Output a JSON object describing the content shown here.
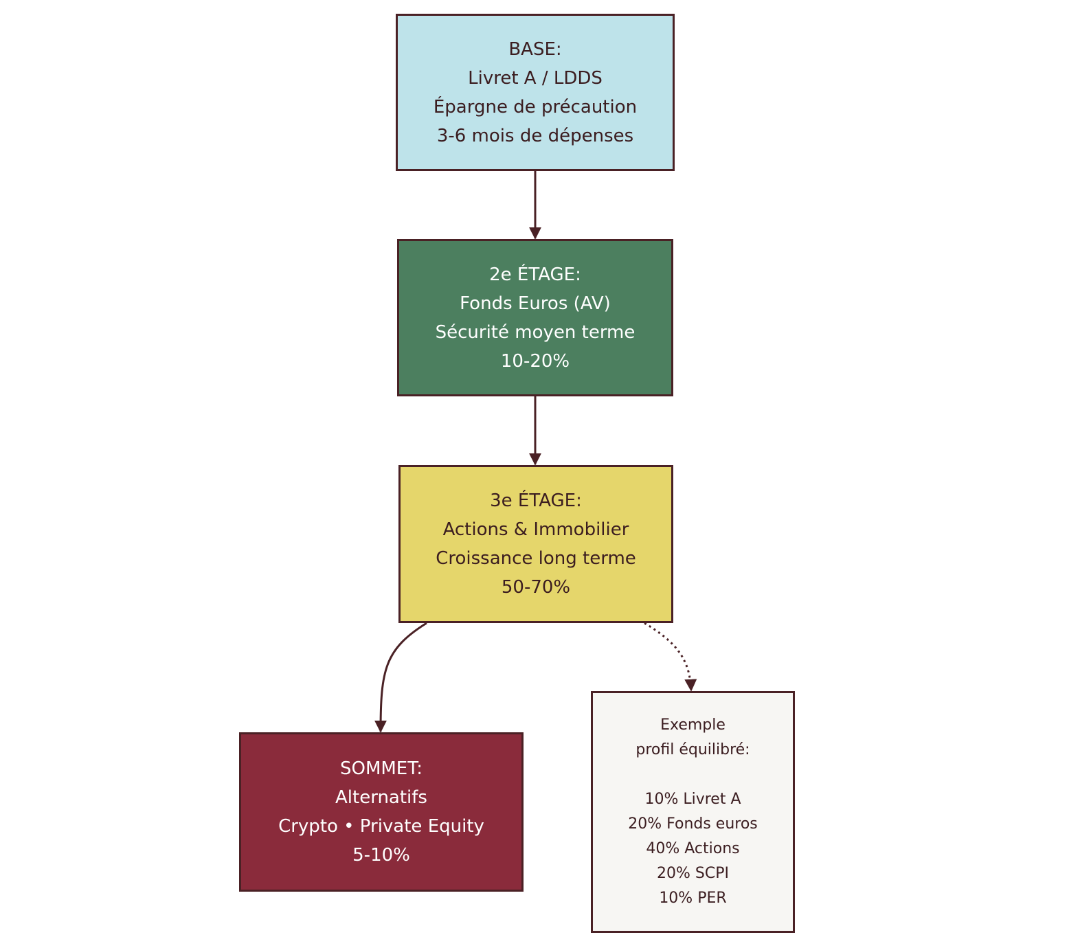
{
  "diagram": {
    "nodes": {
      "base": [
        "BASE:",
        "Livret A / LDDS",
        "Épargne de précaution",
        "3-6 mois de dépenses"
      ],
      "etage2": [
        "2e ÉTAGE:",
        "Fonds Euros (AV)",
        "Sécurité moyen terme",
        "10-20%"
      ],
      "etage3": [
        "3e ÉTAGE:",
        "Actions & Immobilier",
        "Croissance long terme",
        "50-70%"
      ],
      "sommet": [
        "SOMMET:",
        "Alternatifs",
        "Crypto • Private Equity",
        "5-10%"
      ],
      "example": [
        "Exemple",
        "profil équilibré:",
        "",
        "10% Livret A",
        "20% Fonds euros",
        "40% Actions",
        "20% SCPI",
        "10% PER"
      ]
    },
    "edges": [
      {
        "from": "base",
        "to": "etage2",
        "style": "solid"
      },
      {
        "from": "etage2",
        "to": "etage3",
        "style": "solid"
      },
      {
        "from": "etage3",
        "to": "sommet",
        "style": "solid"
      },
      {
        "from": "etage3",
        "to": "example",
        "style": "dotted"
      }
    ],
    "colors": {
      "base": "#bee3ea",
      "etage2": "#4c7f5f",
      "etage3": "#e5d66b",
      "sommet": "#8a2b3b",
      "example": "#f7f6f3",
      "stroke": "#4a2125"
    }
  }
}
